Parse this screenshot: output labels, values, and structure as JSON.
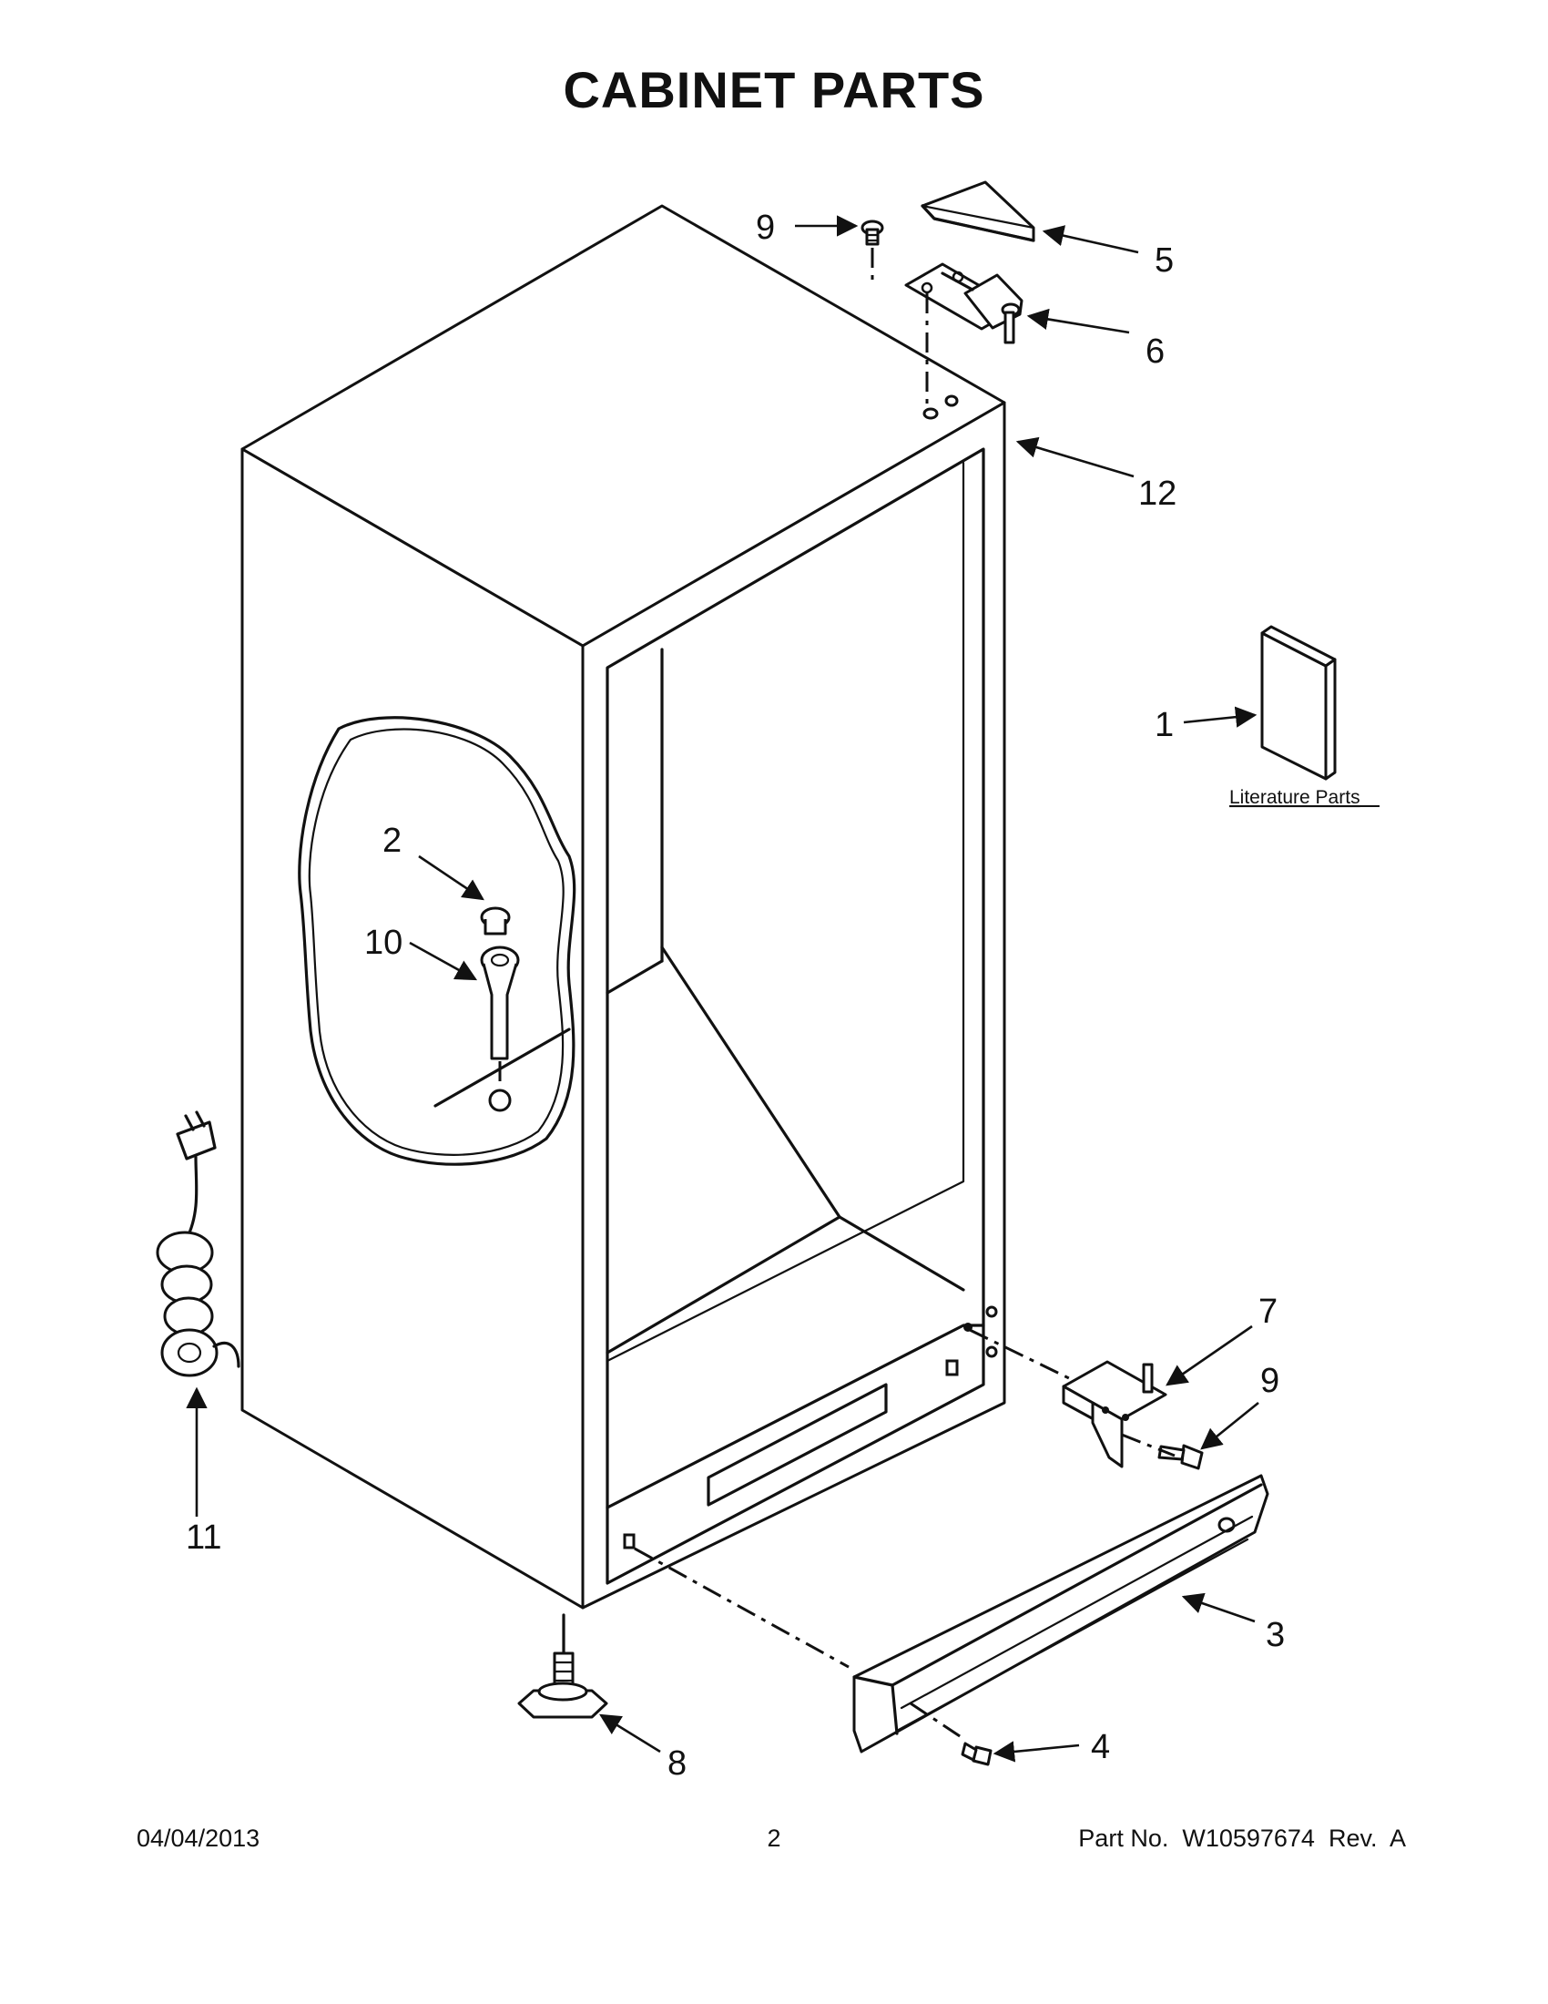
{
  "page": {
    "title": "CABINET PARTS",
    "footer": {
      "date": "04/04/2013",
      "page_number": "2",
      "part_number": "Part No.  W10597674  Rev.  A"
    }
  },
  "diagram": {
    "callouts": {
      "c1": "1",
      "c2": "2",
      "c3": "3",
      "c4": "4",
      "c5": "5",
      "c6": "6",
      "c7": "7",
      "c8": "8",
      "c9_top": "9",
      "c9_bottom": "9",
      "c10": "10",
      "c11": "11",
      "c12": "12"
    },
    "literature_label": "Literature Parts"
  }
}
